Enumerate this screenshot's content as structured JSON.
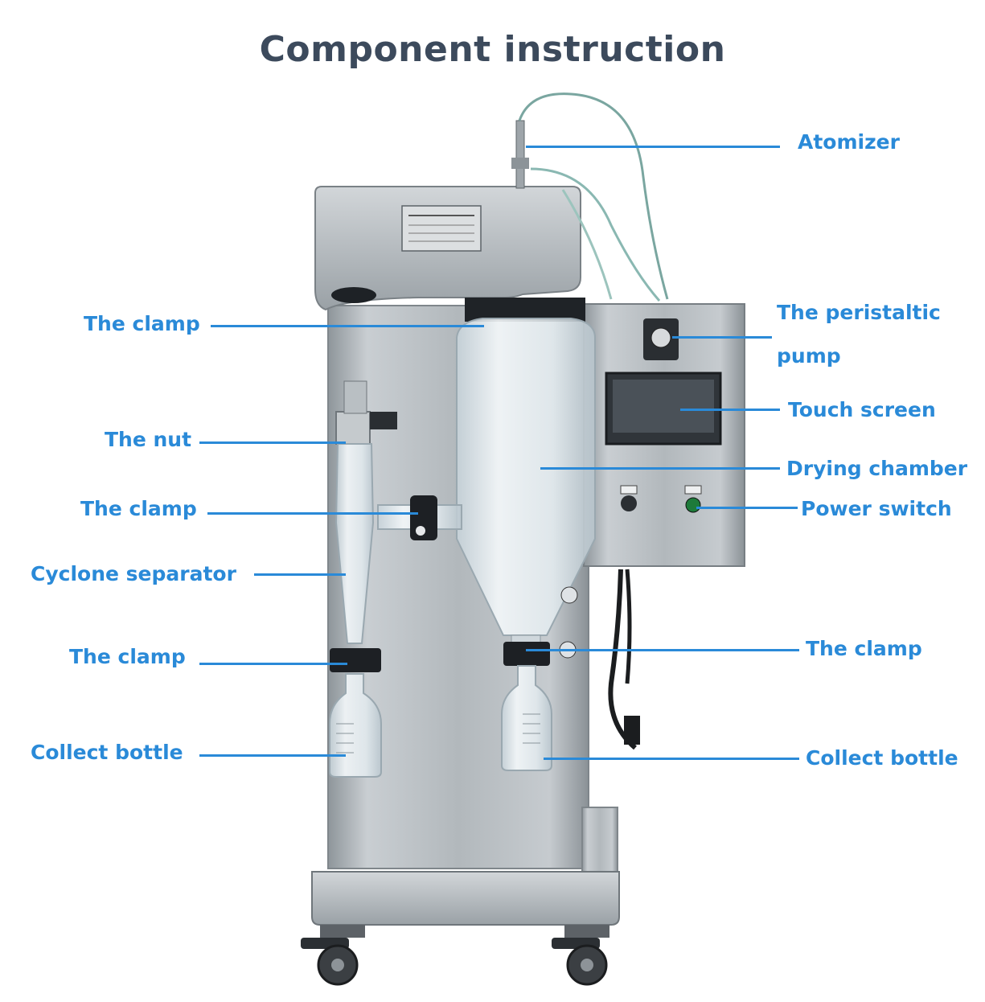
{
  "title": "Component instruction",
  "labels": {
    "atomizer": "Atomizer",
    "clamp_top": "The clamp",
    "peristaltic_pump_line1": "The peristaltic",
    "peristaltic_pump_line2": "pump",
    "touch_screen": "Touch screen",
    "nut": "The nut",
    "drying_chamber": "Drying chamber",
    "clamp_mid": "The clamp",
    "power_switch": "Power switch",
    "cyclone_separator": "Cyclone separator",
    "clamp_left_bottom": "The clamp",
    "clamp_right_bottom": "The clamp",
    "collect_bottle_left": "Collect bottle",
    "collect_bottle_right": "Collect bottle"
  },
  "colors": {
    "label": "#2a8ad8",
    "title": "#3c4a5c",
    "steel": "#b7bcc0",
    "glass": "#e8eef2"
  }
}
